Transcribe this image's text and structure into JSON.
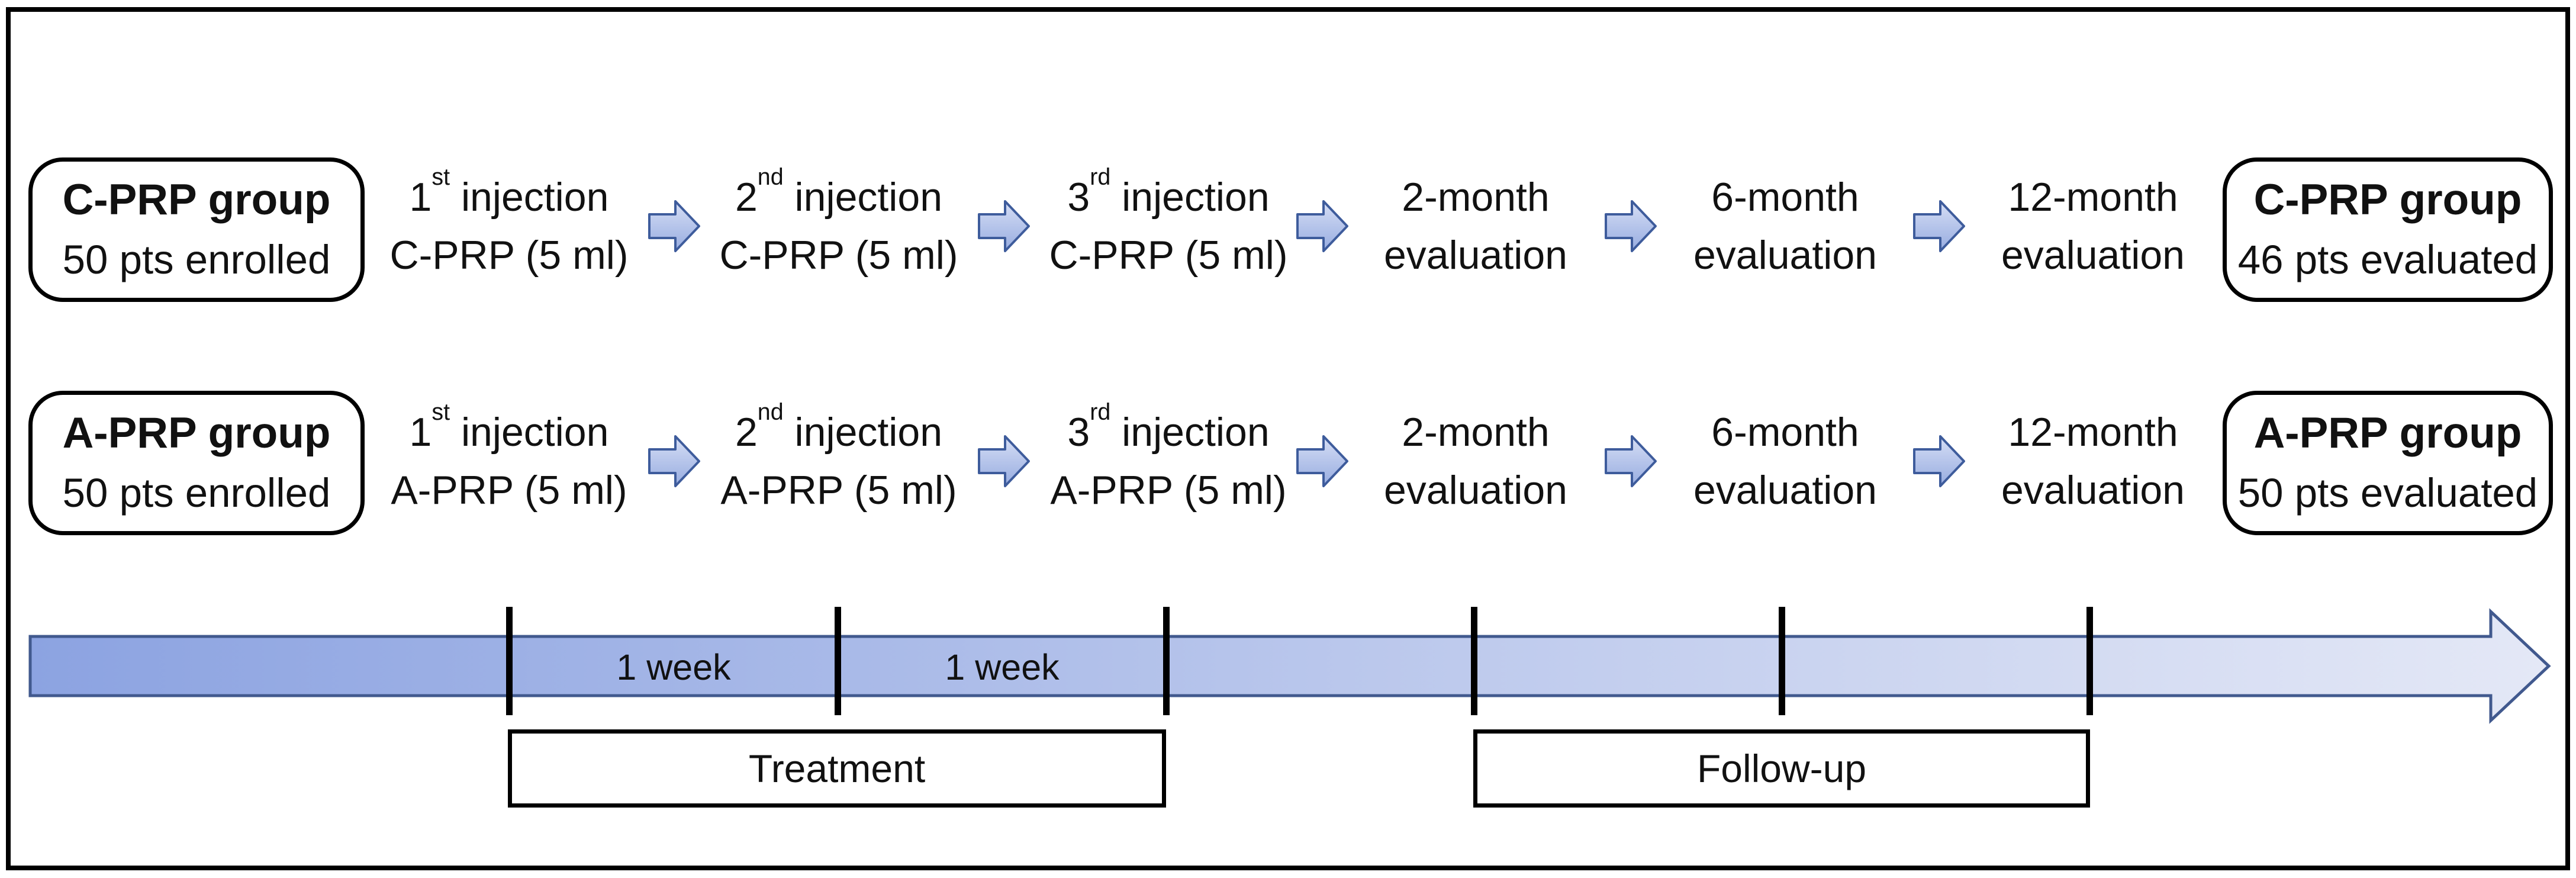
{
  "figure": {
    "rows": [
      {
        "start_box": {
          "title": "C-PRP group",
          "subtitle": "50 pts enrolled"
        },
        "steps": [
          {
            "num": "1",
            "sup": "st",
            "rest": " injection",
            "line2": "C-PRP (5 ml)"
          },
          {
            "num": "2",
            "sup": "nd",
            "rest": " injection",
            "line2": "C-PRP (5 ml)"
          },
          {
            "num": "3",
            "sup": "rd",
            "rest": " injection",
            "line2": "C-PRP (5 ml)"
          },
          {
            "num": "2-month",
            "sup": "",
            "rest": "",
            "line2": "evaluation"
          },
          {
            "num": "6-month",
            "sup": "",
            "rest": "",
            "line2": "evaluation"
          },
          {
            "num": "12-month",
            "sup": "",
            "rest": "",
            "line2": "evaluation"
          }
        ],
        "end_box": {
          "title": "C-PRP group",
          "subtitle": "46 pts evaluated"
        }
      },
      {
        "start_box": {
          "title": "A-PRP group",
          "subtitle": "50 pts enrolled"
        },
        "steps": [
          {
            "num": "1",
            "sup": "st",
            "rest": " injection",
            "line2": "A-PRP (5 ml)"
          },
          {
            "num": "2",
            "sup": "nd",
            "rest": " injection",
            "line2": "A-PRP (5 ml)"
          },
          {
            "num": "3",
            "sup": "rd",
            "rest": " injection",
            "line2": "A-PRP (5 ml)"
          },
          {
            "num": "2-month",
            "sup": "",
            "rest": "",
            "line2": "evaluation"
          },
          {
            "num": "6-month",
            "sup": "",
            "rest": "",
            "line2": "evaluation"
          },
          {
            "num": "12-month",
            "sup": "",
            "rest": "",
            "line2": "evaluation"
          }
        ],
        "end_box": {
          "title": "A-PRP group",
          "subtitle": "50 pts evaluated"
        }
      }
    ],
    "timeline": {
      "week_labels": [
        "1 week",
        "1 week"
      ],
      "phases": [
        {
          "label": "Treatment"
        },
        {
          "label": "Follow-up"
        }
      ]
    },
    "colors": {
      "step_arrow_border": "#3E5C9C",
      "step_arrow_fill_top": "#D6DEF5",
      "step_arrow_fill_bottom": "#97ACE0",
      "timeline_border": "#41598E",
      "timeline_fill_left": "#8CA3E1",
      "timeline_fill_right": "#E4E8F6",
      "tick_color": "#000000",
      "box_border": "#000000",
      "text_color": "#111111"
    }
  }
}
